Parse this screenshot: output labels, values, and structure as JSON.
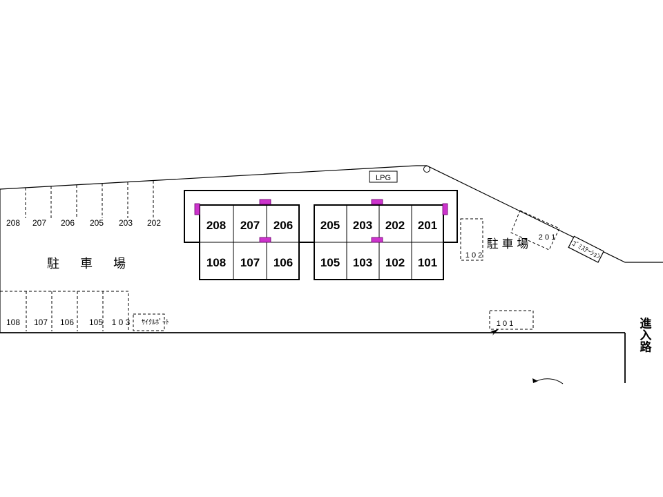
{
  "lpg_label": "LPG",
  "building": {
    "upper_units": [
      "208",
      "207",
      "206",
      "205",
      "203",
      "202",
      "201"
    ],
    "lower_units": [
      "108",
      "107",
      "106",
      "105",
      "103",
      "102",
      "101"
    ]
  },
  "parking": {
    "label": "駐　車　場",
    "label_right": "駐 車 場",
    "top_row": [
      "208",
      "207",
      "206",
      "205",
      "203",
      "202"
    ],
    "bottom_row": [
      "108",
      "107",
      "106",
      "105",
      "1 0 3"
    ],
    "right_102": "1 0 2",
    "right_201": "2 0 1",
    "bottom_101": "1 0 1"
  },
  "cycle_port": "ｻｲｸﾙﾎﾟｰﾄ",
  "garbage_station": "ｺﾞﾐｽﾃｰｼｮﾝ",
  "entrance": "進入路",
  "colors": {
    "line": "#000000",
    "door_marker": "#cc33cc",
    "background": "#ffffff"
  }
}
